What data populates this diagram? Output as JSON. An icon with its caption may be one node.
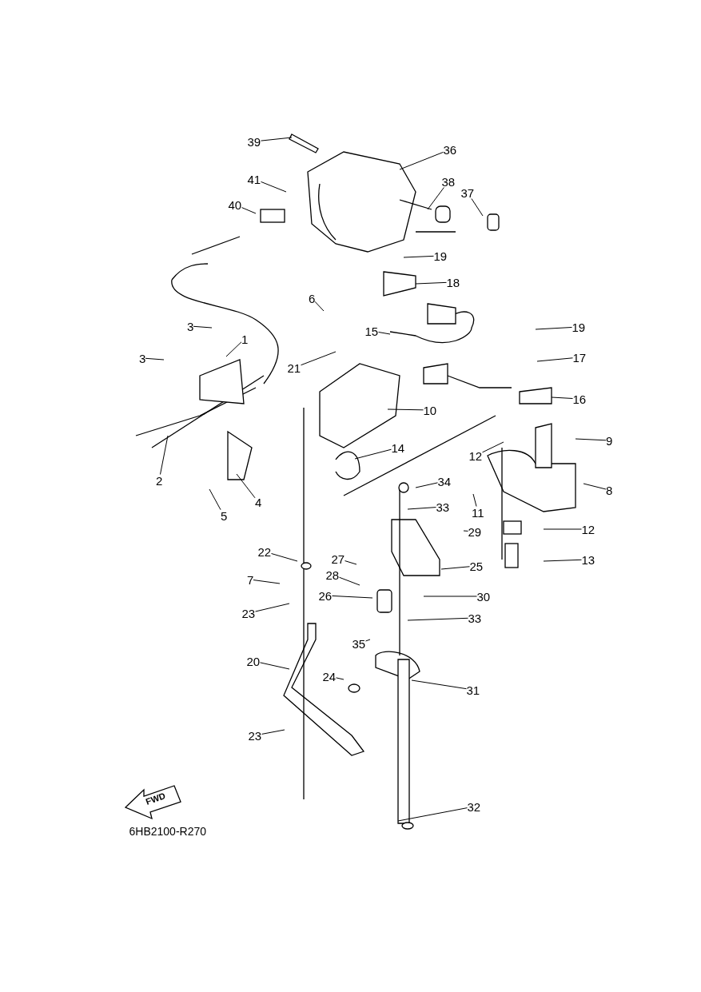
{
  "diagram": {
    "nodes": [
      {
        "text": [
          "39"
        ]
      },
      {
        "text": [
          "36"
        ]
      },
      {
        "text": [
          "41"
        ]
      },
      {
        "text": [
          "38"
        ]
      },
      {
        "text": [
          "37"
        ]
      },
      {
        "text": [
          "40"
        ]
      },
      {
        "text": [
          "19"
        ]
      },
      {
        "text": [
          "18"
        ]
      },
      {
        "text": [
          "6"
        ]
      },
      {
        "text": [
          "3"
        ]
      },
      {
        "text": [
          "19"
        ]
      },
      {
        "text": [
          "15"
        ]
      },
      {
        "text": [
          "1"
        ]
      },
      {
        "text": [
          "3"
        ]
      },
      {
        "text": [
          "17"
        ]
      },
      {
        "text": [
          "21"
        ]
      },
      {
        "text": [
          "16"
        ]
      },
      {
        "text": [
          "10"
        ]
      },
      {
        "text": [
          "9"
        ]
      },
      {
        "text": [
          "12"
        ]
      },
      {
        "text": [
          "14"
        ]
      },
      {
        "text": [
          "34"
        ]
      },
      {
        "text": [
          "2"
        ]
      },
      {
        "text": [
          "11"
        ]
      },
      {
        "text": [
          "8"
        ]
      },
      {
        "text": [
          "4"
        ]
      },
      {
        "text": [
          "33"
        ]
      },
      {
        "text": [
          "5"
        ]
      },
      {
        "text": [
          "29"
        ]
      },
      {
        "text": [
          "12"
        ]
      },
      {
        "text": [
          "22"
        ]
      },
      {
        "text": [
          "13"
        ]
      },
      {
        "text": [
          "27"
        ]
      },
      {
        "text": [
          "25"
        ]
      },
      {
        "text": [
          "28"
        ]
      },
      {
        "text": [
          "7"
        ]
      },
      {
        "text": [
          "26"
        ]
      },
      {
        "text": [
          "30"
        ]
      },
      {
        "text": [
          "23"
        ]
      },
      {
        "text": [
          "33"
        ]
      },
      {
        "text": [
          "35"
        ]
      },
      {
        "text": [
          "20"
        ]
      },
      {
        "text": [
          "24"
        ]
      },
      {
        "text": [
          "31"
        ]
      },
      {
        "text": [
          "23"
        ]
      },
      {
        "text": [
          "32"
        ]
      }
    ],
    "edges": [
      {
        "from": 0,
        "to": null,
        "arrow": "none"
      },
      {
        "from": 1,
        "to": null,
        "arrow": "none"
      },
      {
        "from": 2,
        "to": null,
        "arrow": "none"
      },
      {
        "from": 3,
        "to": null,
        "arrow": "none"
      },
      {
        "from": 4,
        "to": null,
        "arrow": "none"
      },
      {
        "from": 5,
        "to": null,
        "arrow": "none"
      },
      {
        "from": 6,
        "to": null,
        "arrow": "none"
      },
      {
        "from": 7,
        "to": null,
        "arrow": "none"
      },
      {
        "from": 8,
        "to": null,
        "arrow": "none"
      },
      {
        "from": 9,
        "to": null,
        "arrow": "none"
      },
      {
        "from": 10,
        "to": null,
        "arrow": "none"
      },
      {
        "from": 11,
        "to": null,
        "arrow": "none"
      },
      {
        "from": 12,
        "to": null,
        "arrow": "none"
      },
      {
        "from": 13,
        "to": null,
        "arrow": "none"
      },
      {
        "from": 14,
        "to": null,
        "arrow": "none"
      },
      {
        "from": 15,
        "to": null,
        "arrow": "none"
      },
      {
        "from": 16,
        "to": null,
        "arrow": "none"
      },
      {
        "from": 17,
        "to": null,
        "arrow": "none"
      },
      {
        "from": 18,
        "to": null,
        "arrow": "none"
      },
      {
        "from": 19,
        "to": null,
        "arrow": "none"
      },
      {
        "from": 20,
        "to": null,
        "arrow": "none"
      },
      {
        "from": 21,
        "to": null,
        "arrow": "none"
      },
      {
        "from": 22,
        "to": null,
        "arrow": "none"
      },
      {
        "from": 23,
        "to": null,
        "arrow": "none"
      },
      {
        "from": 24,
        "to": null,
        "arrow": "none"
      },
      {
        "from": 25,
        "to": null,
        "arrow": "none"
      },
      {
        "from": 26,
        "to": null,
        "arrow": "none"
      },
      {
        "from": 27,
        "to": null,
        "arrow": "none"
      },
      {
        "from": 28,
        "to": null,
        "arrow": "none"
      },
      {
        "from": 29,
        "to": null,
        "arrow": "none"
      },
      {
        "from": 30,
        "to": null,
        "arrow": "none"
      },
      {
        "from": 31,
        "to": null,
        "arrow": "none"
      },
      {
        "from": 32,
        "to": null,
        "arrow": "none"
      },
      {
        "from": 33,
        "to": null,
        "arrow": "none"
      },
      {
        "from": 34,
        "to": null,
        "arrow": "none"
      },
      {
        "from": 35,
        "to": null,
        "arrow": "none"
      },
      {
        "from": 36,
        "to": null,
        "arrow": "none"
      },
      {
        "from": 37,
        "to": null,
        "arrow": "none"
      },
      {
        "from": 38,
        "to": null,
        "arrow": "none"
      },
      {
        "from": 39,
        "to": null,
        "arrow": "none"
      },
      {
        "from": 40,
        "to": null,
        "arrow": "none"
      },
      {
        "from": 41,
        "to": null,
        "arrow": "none"
      },
      {
        "from": 42,
        "to": null,
        "arrow": "none"
      },
      {
        "from": 43,
        "to": null,
        "arrow": "none"
      },
      {
        "from": 44,
        "to": null,
        "arrow": "none"
      },
      {
        "from": 45,
        "to": null,
        "arrow": "none"
      }
    ],
    "labels": [
      "FWD",
      "6HB2100-R270"
    ]
  }
}
